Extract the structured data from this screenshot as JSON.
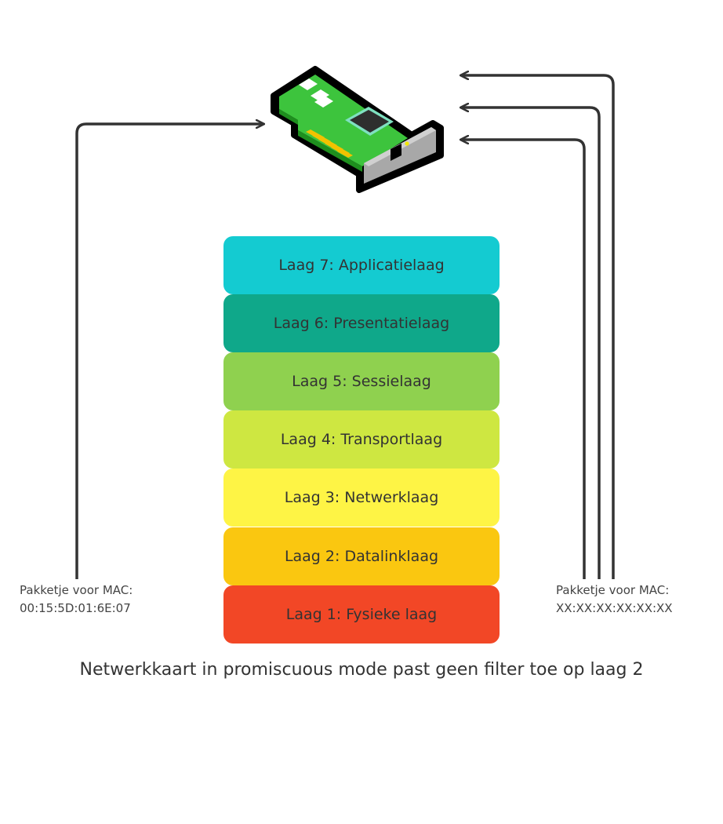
{
  "layers": [
    {
      "label": "Laag 7: Applicatielaag",
      "color": "#14cbd1"
    },
    {
      "label": "Laag 6: Presentatielaag",
      "color": "#0fa88a"
    },
    {
      "label": "Laag 5: Sessielaag",
      "color": "#8fd14f"
    },
    {
      "label": "Laag 4: Transportlaag",
      "color": "#cee741"
    },
    {
      "label": "Laag 3: Netwerklaag",
      "color": "#fef445"
    },
    {
      "label": "Laag 2: Datalinklaag",
      "color": "#fac710"
    },
    {
      "label": "Laag 1: Fysieke laag",
      "color": "#f24726"
    }
  ],
  "left_packet": {
    "line1": "Pakketje voor MAC:",
    "line2": "00:15:5D:01:6E:07"
  },
  "right_packet": {
    "line1": "Pakketje voor MAC:",
    "line2": "XX:XX:XX:XX:XX:XX"
  },
  "caption": "Netwerkkaart in promiscuous mode past geen filter toe op laag 2",
  "icon": "network-card-icon",
  "colors": {
    "arrow": "#333333",
    "card_board": "#3dc43d",
    "card_outline": "#000000",
    "card_bracket": "#a8a8a8",
    "card_contacts": "#f2c200",
    "card_chip": "#2e2e2e"
  }
}
